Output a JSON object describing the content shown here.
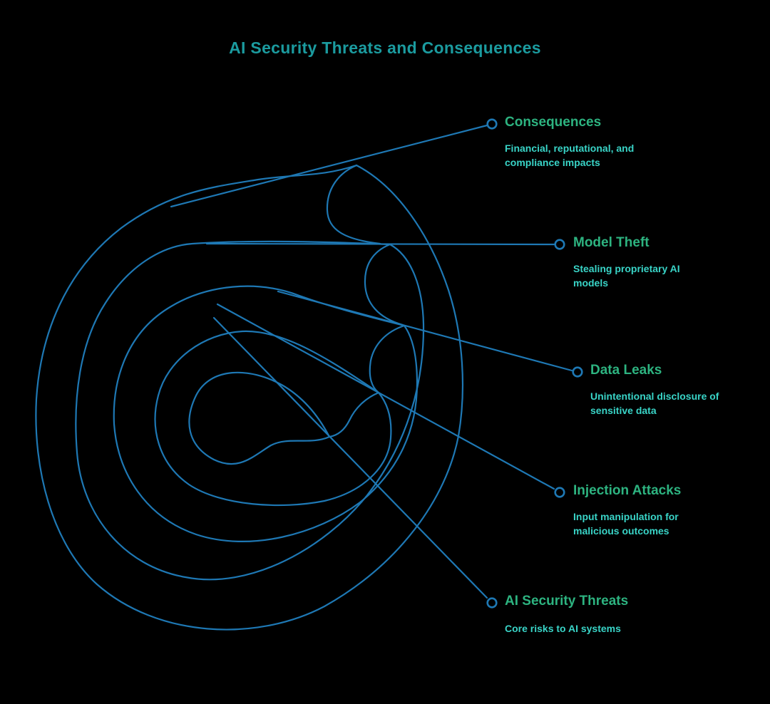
{
  "title": {
    "text": "AI Security Threats and Consequences"
  },
  "colors": {
    "line": "#1E78B4",
    "title": "#1B9B9F",
    "label": "#2DB380",
    "description": "#39D4C7",
    "background": "#000000"
  },
  "icons": {
    "marker": "open-circle"
  },
  "nodes": [
    {
      "id": "consequences",
      "label": "Consequences",
      "description": "Financial, reputational, and compliance impacts"
    },
    {
      "id": "model-theft",
      "label": "Model Theft",
      "description": "Stealing proprietary AI models"
    },
    {
      "id": "data-leaks",
      "label": "Data Leaks",
      "description": "Unintentional disclosure of sensitive data"
    },
    {
      "id": "injection-attacks",
      "label": "Injection Attacks",
      "description": "Input manipulation for malicious outcomes"
    },
    {
      "id": "ai-security-threats",
      "label": "AI Security Threats",
      "description": "Core risks to AI systems"
    }
  ]
}
